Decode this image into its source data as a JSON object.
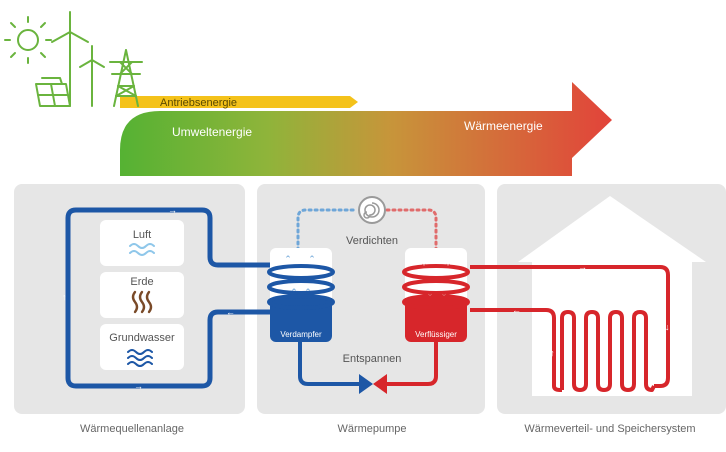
{
  "energy": {
    "drive": "Antriebsenergie",
    "environment": "Umweltenergie",
    "heat": "Wärmeenergie"
  },
  "sources": {
    "air": "Luft",
    "earth": "Erde",
    "groundwater": "Grundwasser"
  },
  "pump": {
    "compressor": "Verdichten",
    "expansion": "Entspannen",
    "evaporator": "Verdampfer",
    "condenser": "Verflüssiger"
  },
  "panels": {
    "source_plant": "Wärmequellenanlage",
    "heat_pump": "Wärmepumpe",
    "distribution": "Wärmeverteil- und Speichersystem"
  },
  "colors": {
    "cold": "#1d57a6",
    "hot": "#d7262b",
    "green": "#5ab534",
    "yellow": "#f4c21a",
    "panel": "#e6e6e6"
  }
}
